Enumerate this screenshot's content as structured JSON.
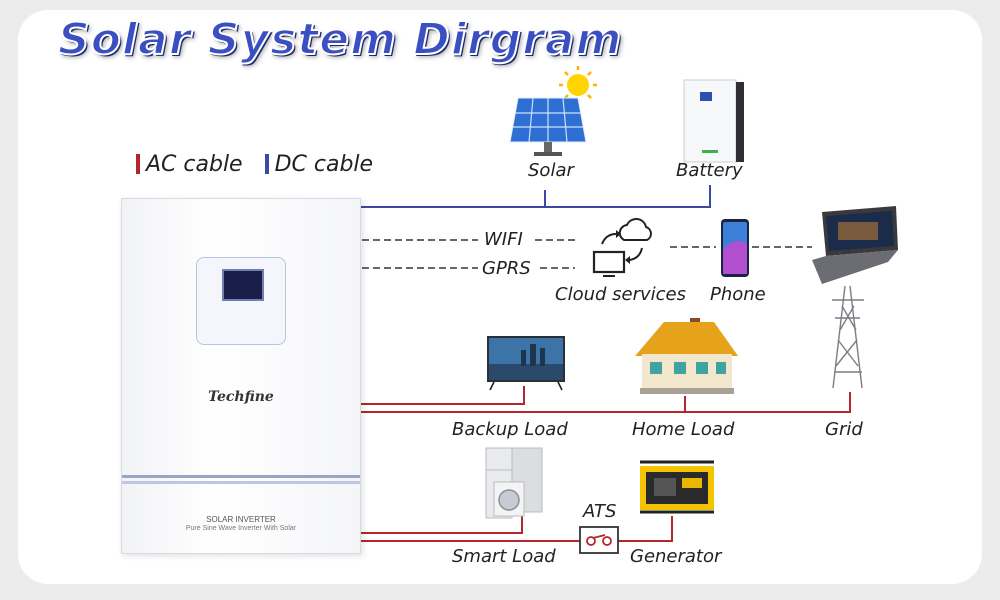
{
  "title": "Solar System  Dirgram",
  "legend": {
    "ac_label": "AC cable",
    "dc_label": "DC cable",
    "ac_color": "#b3262b",
    "dc_color": "#3a4aa0"
  },
  "inverter": {
    "brand": "Techfine",
    "model": "SOLAR INVERTER",
    "subtitle": "Pure Sine Wave Inverter With Solar"
  },
  "nodes": {
    "solar": "Solar",
    "battery": "Battery",
    "wifi": "WIFI",
    "gprs": "GPRS",
    "cloud": "Cloud services",
    "phone": "Phone",
    "backup_load": "Backup Load",
    "home_load": "Home Load",
    "grid": "Grid",
    "smart_load": "Smart Load",
    "ats": "ATS",
    "generator": "Generator"
  }
}
